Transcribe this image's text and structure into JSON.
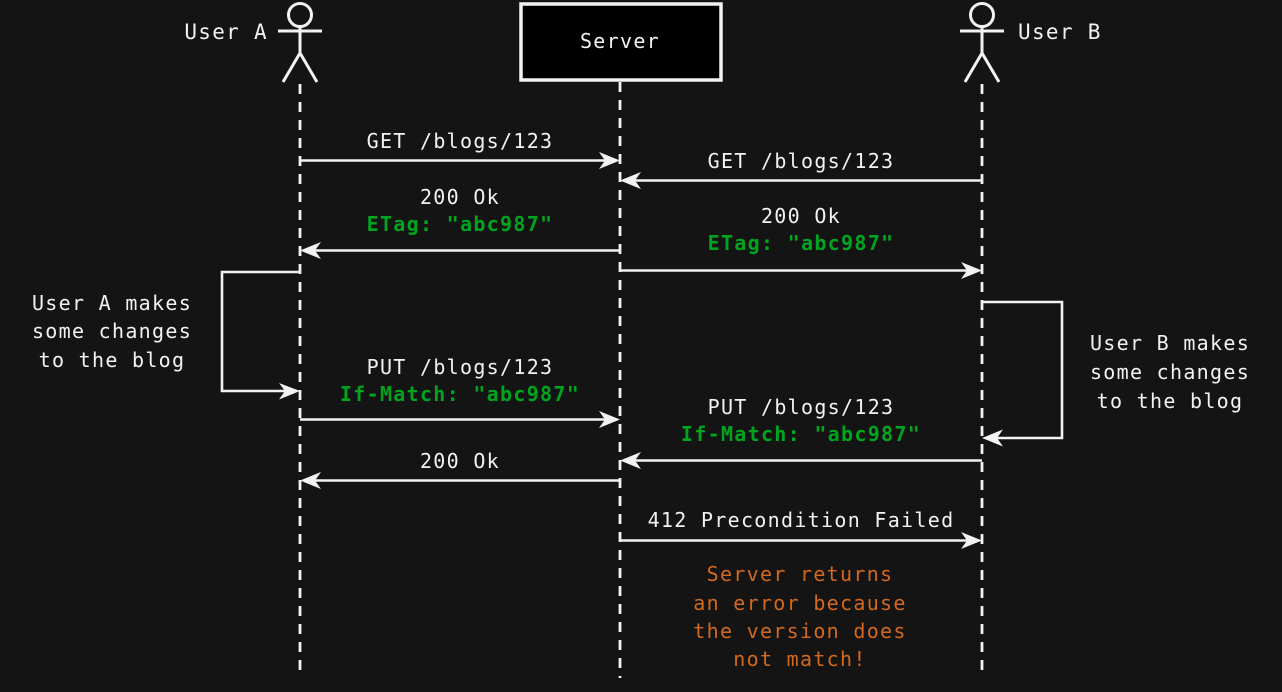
{
  "colors": {
    "background": "#141414",
    "foreground": "#f2f2f2",
    "green": "#00a41e",
    "orange": "#d2691e",
    "box_fill": "#000000"
  },
  "actors": {
    "user_a": {
      "label": "User A"
    },
    "server": {
      "label": "Server"
    },
    "user_b": {
      "label": "User B"
    }
  },
  "messages": {
    "get_a": {
      "label": "GET /blogs/123"
    },
    "get_b": {
      "label": "GET /blogs/123"
    },
    "ok_a": {
      "status": "200 Ok",
      "header": "ETag: \"abc987\""
    },
    "ok_b": {
      "status": "200 Ok",
      "header": "ETag: \"abc987\""
    },
    "put_a": {
      "label": "PUT /blogs/123",
      "header": "If-Match: \"abc987\""
    },
    "put_b": {
      "label": "PUT /blogs/123",
      "header": "If-Match: \"abc987\""
    },
    "ok_put_a": {
      "status": "200 Ok"
    },
    "fail_b": {
      "label": "412 Precondition Failed"
    }
  },
  "notes": {
    "user_a": {
      "lines": [
        "User A makes",
        "some changes",
        "to the blog"
      ]
    },
    "user_b": {
      "lines": [
        "User B makes",
        "some changes",
        "to the blog"
      ]
    },
    "error": {
      "lines": [
        "Server returns",
        "an error because",
        "the version does",
        "not match!"
      ]
    }
  }
}
